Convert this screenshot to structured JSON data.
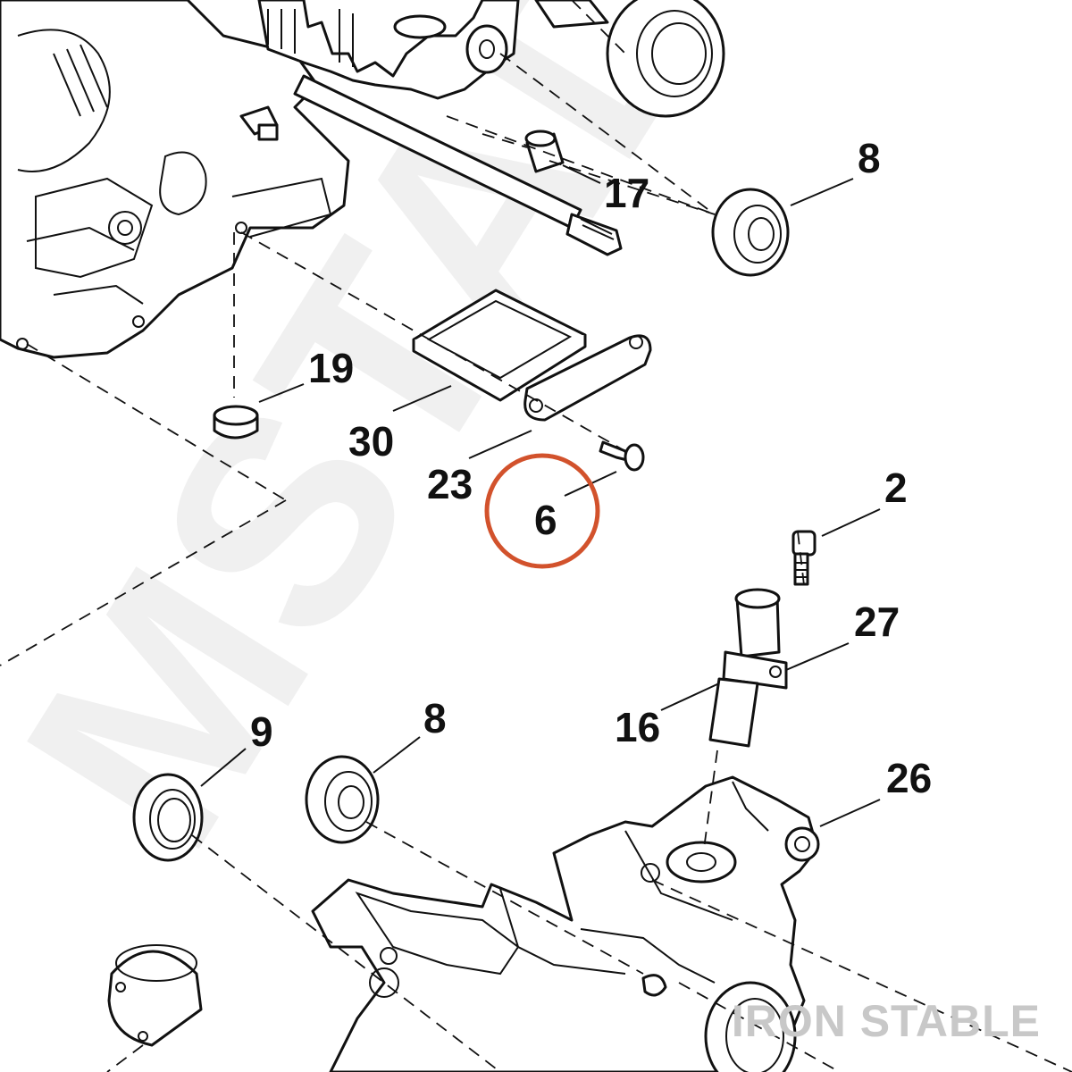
{
  "diagram": {
    "callouts": [
      {
        "id": "c8a",
        "label": "8"
      },
      {
        "id": "c17",
        "label": "17"
      },
      {
        "id": "c19",
        "label": "19"
      },
      {
        "id": "c30",
        "label": "30"
      },
      {
        "id": "c23",
        "label": "23"
      },
      {
        "id": "c6",
        "label": "6",
        "highlighted": true
      },
      {
        "id": "c2",
        "label": "2"
      },
      {
        "id": "c27",
        "label": "27"
      },
      {
        "id": "c16",
        "label": "16"
      },
      {
        "id": "c9",
        "label": "9"
      },
      {
        "id": "c8b",
        "label": "8"
      },
      {
        "id": "c26",
        "label": "26"
      }
    ],
    "highlight_color": "#d2522c",
    "line_color": "#111111"
  },
  "watermark": {
    "brand": "IRON STABLE",
    "color": "#c8c8c8"
  },
  "icons": [
    "bearing-icon",
    "seal-icon",
    "bolt-icon",
    "sensor-icon",
    "gasket-icon",
    "bracket-icon",
    "crankcase-icon",
    "dowel-icon",
    "plug-icon"
  ]
}
